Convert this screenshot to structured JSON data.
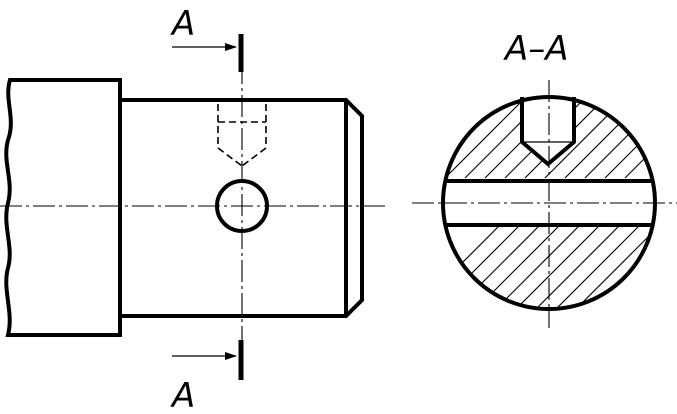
{
  "labels": {
    "top_arrow": "A",
    "bottom_arrow": "A",
    "section_title": "A–A"
  },
  "colors": {
    "line": "#000000",
    "background": "#ffffff"
  }
}
